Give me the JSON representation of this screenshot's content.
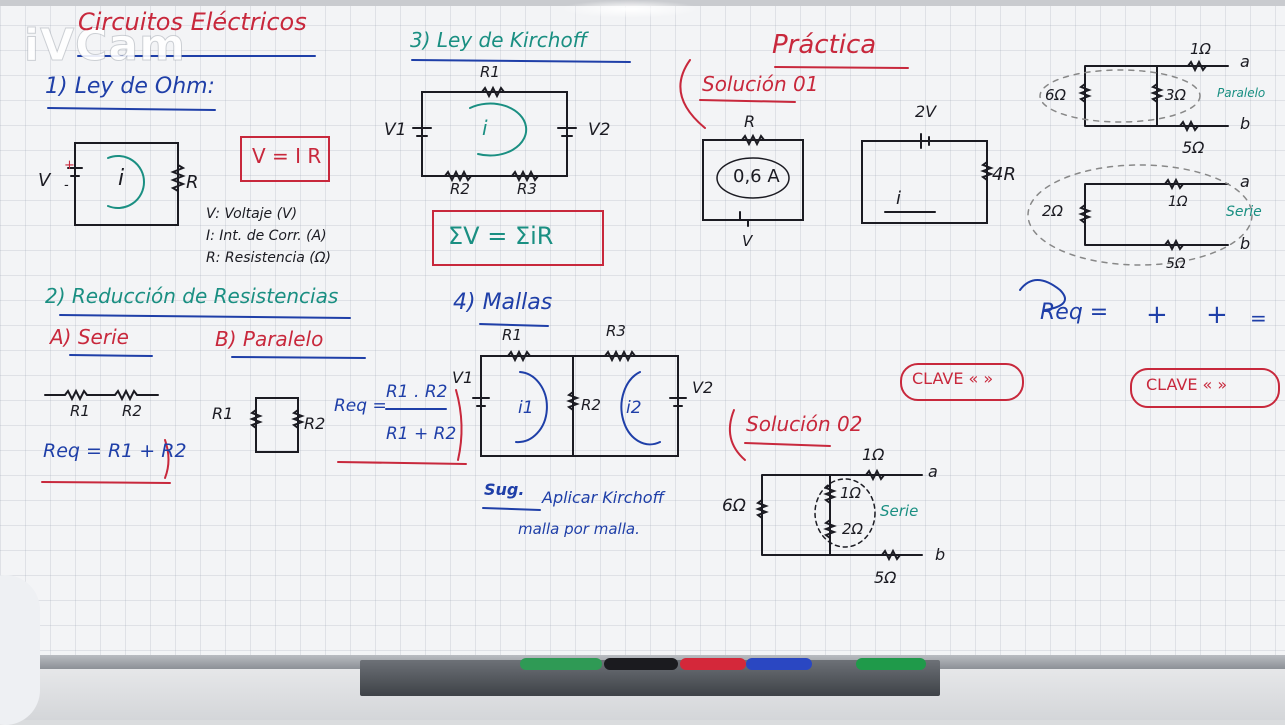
{
  "watermark": "iVCam",
  "titles": {
    "main": "Circuitos Eléctricos",
    "ohm": "1) Ley de Ohm:",
    "kirchhoff": "3) Ley de Kirchoff",
    "practica": "Práctica",
    "sol1": "Solución 01",
    "sol2": "Solución 02",
    "reduccion": "2) Reducción de Resistencias",
    "serie": "A) Serie",
    "paralelo": "B) Paralelo",
    "mallas": "4) Mallas"
  },
  "ohm": {
    "formula": "V = I R",
    "def_v": "V: Voltaje (V)",
    "def_i": "I: Int. de Corr. (A)",
    "def_r": "R: Resistencia (Ω)",
    "lbl_v": "V",
    "lbl_i": "i",
    "lbl_r": "R",
    "plus": "+",
    "minus": "-"
  },
  "kirchhoff": {
    "formula": "ΣV = ΣiR",
    "r1": "R1",
    "r2": "R2",
    "r3": "R3",
    "v1": "V1",
    "v2": "V2",
    "i": "i"
  },
  "reduccion": {
    "serie_r1": "R1",
    "serie_r2": "R2",
    "serie_formula": "Req = R1 + R2",
    "par_r1": "R1",
    "par_r2": "R2",
    "par_req": "Req =",
    "par_num": "R1 . R2",
    "par_den": "R1 + R2"
  },
  "mallas": {
    "r1": "R1",
    "r2": "R2",
    "r3": "R3",
    "v1": "V1",
    "v2": "V2",
    "i1": "i1",
    "i2": "i2",
    "sug": "Sug.",
    "sug_text1": "Aplicar Kirchoff",
    "sug_text2": "malla por malla."
  },
  "sol1": {
    "r": "R",
    "current": "0,6 A",
    "v": "V",
    "v2": "2V",
    "r4": "4R",
    "i": "i"
  },
  "sol2": {
    "r6": "6Ω",
    "r1a": "1Ω",
    "r1b": "1Ω",
    "r2": "2Ω",
    "r5": "5Ω",
    "a": "a",
    "b": "b",
    "serie": "Serie"
  },
  "right": {
    "c1_r1": "1Ω",
    "c1_r6": "6Ω",
    "c1_r3": "3Ω",
    "c1_r5": "5Ω",
    "c1_a": "a",
    "c1_b": "b",
    "c1_label": "Paralelo",
    "c2_r2": "2Ω",
    "c2_r1": "1Ω",
    "c2_r5": "5Ω",
    "c2_a": "a",
    "c2_b": "b",
    "c2_label": "Serie",
    "req": "Req =",
    "plus1": "+",
    "plus2": "+",
    "eq": "=",
    "clave1": "CLAVE «     »",
    "clave2": "CLAVE «     »"
  },
  "colors": {
    "blue_ink": "#1f3fa8",
    "red_ink": "#c8283c",
    "teal_ink": "#1a8f82",
    "black_ink": "#1b1b22"
  }
}
